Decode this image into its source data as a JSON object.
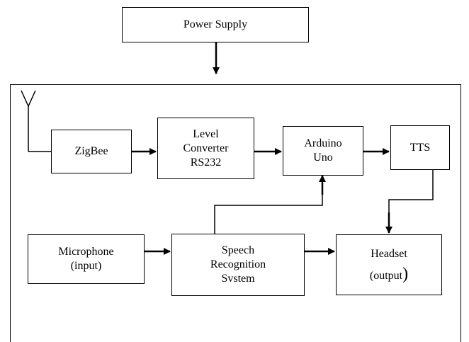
{
  "blocks": {
    "power_supply": "Power Supply",
    "zigbee": "ZigBee",
    "level_converter": "Level\nConverter\nRS232",
    "arduino": "Arduino\nUno",
    "tts": "TTS",
    "microphone": "Microphone\n(input)",
    "speech": "Speech\nRecognition\nSvstem",
    "headset_line1": "Headset",
    "headset_line2": "(output",
    "headset_paren": ")"
  }
}
